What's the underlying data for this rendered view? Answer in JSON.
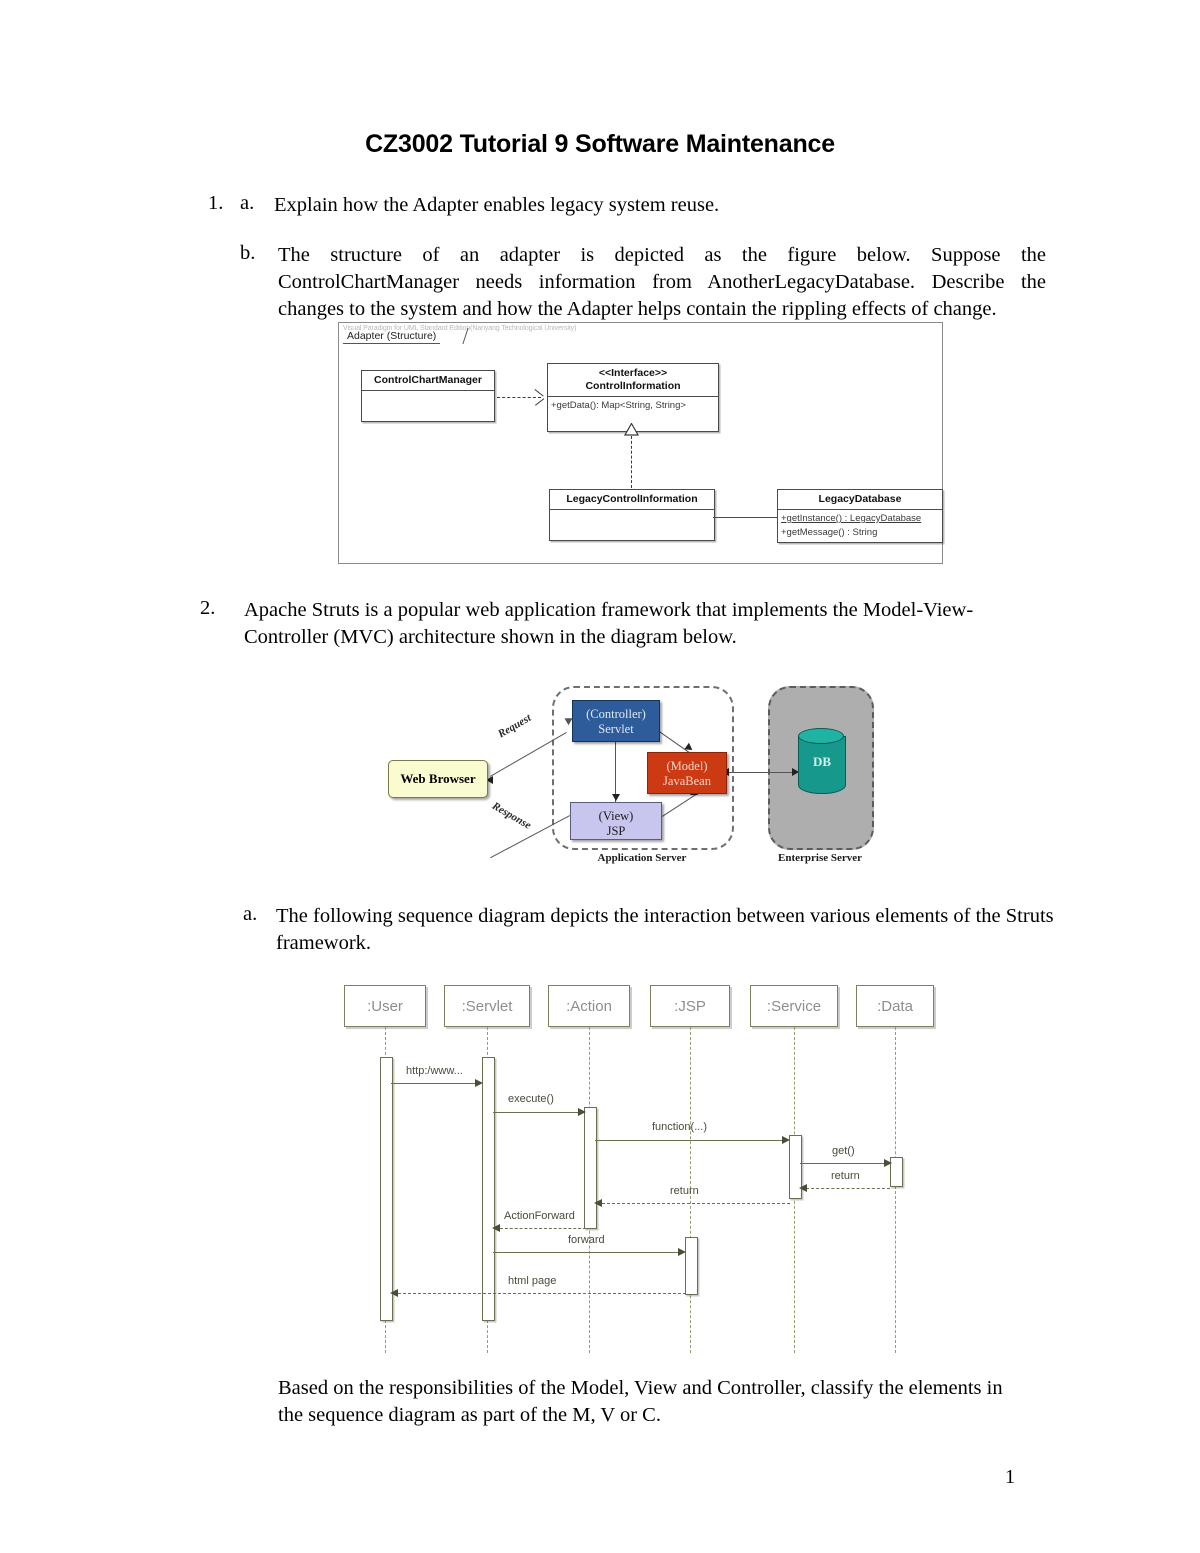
{
  "document": {
    "title": "CZ3002 Tutorial 9 Software Maintenance",
    "page_number": "1"
  },
  "questions": [
    {
      "number": "1.",
      "items": [
        {
          "letter": "a.",
          "text": "Explain how the Adapter enables legacy system reuse."
        },
        {
          "letter": "b.",
          "text": "The structure of an adapter is depicted as the figure below. Suppose the ControlChartManager needs information from AnotherLegacyDatabase. Describe the changes to the system and how the Adapter helps contain the rippling effects of change."
        }
      ]
    },
    {
      "number": "2.",
      "text": "Apache Struts is a popular web application framework that implements the Model-View-Controller (MVC) architecture shown in the diagram below.",
      "items": [
        {
          "letter": "a.",
          "text": "The following sequence diagram depicts the interaction between various elements of the Struts framework."
        }
      ],
      "closing": "Based on the responsibilities of the Model, View and Controller, classify the elements in the sequence diagram as part of the M, V or C."
    }
  ],
  "uml_diagram": {
    "watermark": "Visual Paradigm for UML Standard Edition(Nanyang Technological University)",
    "frame_label": "Adapter (Structure)",
    "classes": [
      {
        "id": "control_chart_manager",
        "name": "ControlChartManager",
        "stereotype": "",
        "operations": []
      },
      {
        "id": "control_information",
        "name": "ControlInformation",
        "stereotype": "<<Interface>>",
        "operations": [
          "+getData(): Map<String, String>"
        ]
      },
      {
        "id": "legacy_control_information",
        "name": "LegacyControlInformation",
        "stereotype": "",
        "operations": []
      },
      {
        "id": "legacy_database",
        "name": "LegacyDatabase",
        "stereotype": "",
        "operations": [
          "+getInstance() : LegacyDatabase",
          "+getMessage() : String"
        ]
      }
    ]
  },
  "mvc_diagram": {
    "nodes": [
      {
        "id": "web_browser",
        "label": "Web Browser",
        "color": "#fbfbd0"
      },
      {
        "id": "controller_servlet",
        "line1": "(Controller)",
        "line2": "Servlet",
        "color": "#2e5c9a"
      },
      {
        "id": "model_javabean",
        "line1": "(Model)",
        "line2": "JavaBean",
        "color": "#cc3a14"
      },
      {
        "id": "view_jsp",
        "line1": "(View)",
        "line2": "JSP",
        "color": "#c8c6ee"
      },
      {
        "id": "database",
        "label": "DB",
        "color": "#16998c"
      }
    ],
    "edge_labels": {
      "request": "Request",
      "response": "Response"
    },
    "captions": {
      "application_server": "Application Server",
      "enterprise_server": "Enterprise Server"
    }
  },
  "sequence_diagram": {
    "lifelines": [
      ":User",
      ":Servlet",
      ":Action",
      ":JSP",
      ":Service",
      ":Data"
    ],
    "messages": [
      {
        "label": "http:/www...",
        "from": ":User",
        "to": ":Servlet",
        "style": "solid"
      },
      {
        "label": "execute()",
        "from": ":Servlet",
        "to": ":Action",
        "style": "solid"
      },
      {
        "label": "function(...)",
        "from": ":Action",
        "to": ":Service",
        "style": "solid"
      },
      {
        "label": "get()",
        "from": ":Service",
        "to": ":Data",
        "style": "solid"
      },
      {
        "label": "return",
        "from": ":Data",
        "to": ":Service",
        "style": "dashed"
      },
      {
        "label": "return",
        "from": ":Service",
        "to": ":Action",
        "style": "dashed"
      },
      {
        "label": "ActionForward",
        "from": ":Action",
        "to": ":Servlet",
        "style": "dashed"
      },
      {
        "label": "forward",
        "from": ":Servlet",
        "to": ":JSP",
        "style": "solid"
      },
      {
        "label": "html page",
        "from": ":JSP",
        "to": ":User",
        "style": "dashed"
      }
    ]
  }
}
